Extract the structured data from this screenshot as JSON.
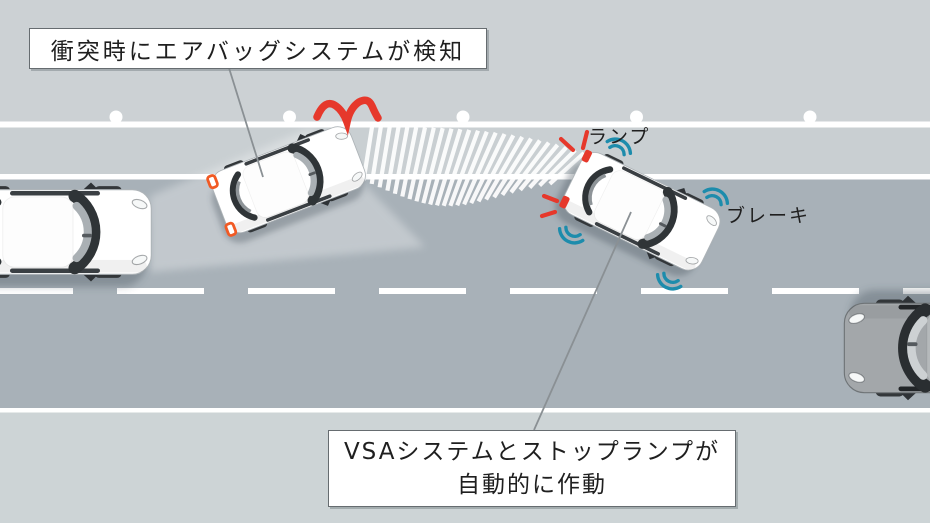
{
  "diagram": {
    "callout_airbag": "衝突時にエアバッグシステムが検知",
    "callout_vsa_line1": "VSAシステムとストップランプが",
    "callout_vsa_line2": "自動的に作動",
    "label_lamp": "ランプ",
    "label_brake": "ブレーキ"
  },
  "colors": {
    "ink": "#1f1f1f",
    "shoulder_top": "#ccd1d4",
    "lane_mid": "#c9cfd2",
    "road": "#a8b1b8",
    "shoulder_bottom": "#cdd4d6",
    "lane_marking": "#ffffff",
    "alert_red": "#e6382b",
    "taillight_orange": "#f15a24",
    "brake_wave_blue": "#1d8cac",
    "leader_gray": "#8a9094"
  }
}
